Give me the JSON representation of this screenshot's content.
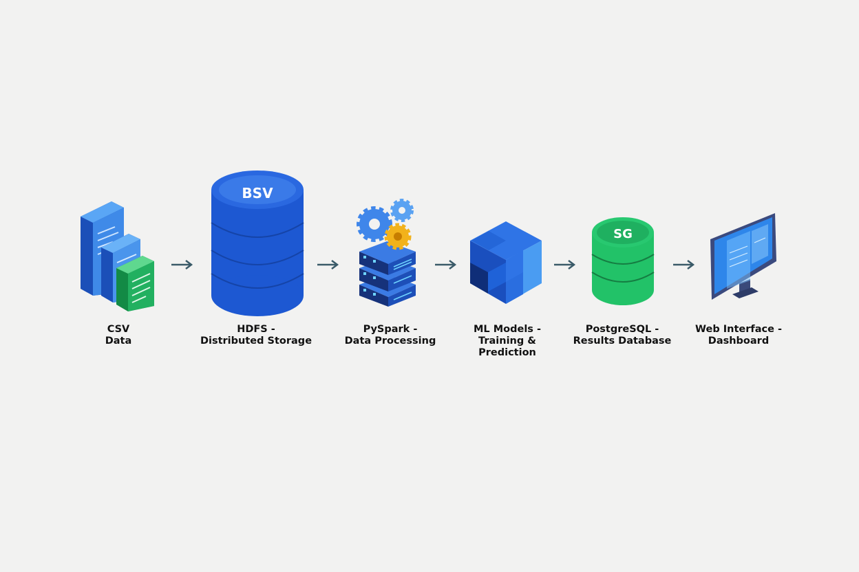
{
  "diagram": {
    "colors": {
      "blue": "#1f5fd6",
      "light_blue": "#4a9cf2",
      "green": "#22c268",
      "yellow": "#f2b21b",
      "arrow": "#3a5a68",
      "background": "#f2f2f1"
    },
    "stages": [
      {
        "icon": "csv-files-icon",
        "line1": "CSV",
        "line2": "Data"
      },
      {
        "icon": "hdfs-cylinder-icon",
        "line1": "HDFS -",
        "line2": "Distributed Storage",
        "logo_text": "BSV"
      },
      {
        "icon": "pyspark-gears-server-icon",
        "line1": "PySpark -",
        "line2": "Data Processing"
      },
      {
        "icon": "ml-cube-icon",
        "line1": "ML Models -",
        "line2": "Training &",
        "line3": "Prediction"
      },
      {
        "icon": "postgresql-cylinder-icon",
        "line1": "PostgreSQL -",
        "line2": "Results Database",
        "logo_text": "SG"
      },
      {
        "icon": "monitor-dashboard-icon",
        "line1": "Web Interface -",
        "line2": "Dashboard"
      }
    ]
  }
}
